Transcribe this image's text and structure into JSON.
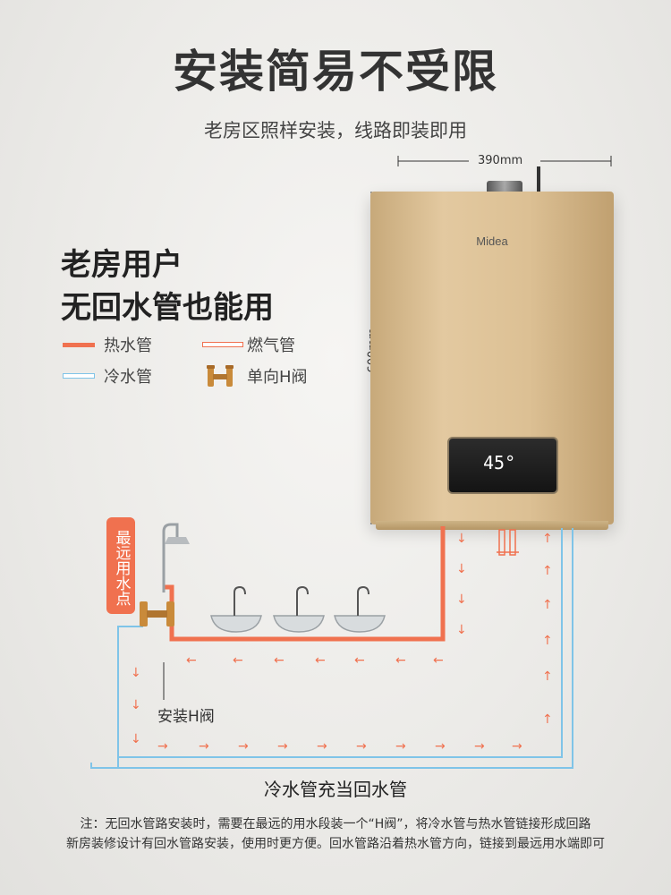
{
  "title": "安装简易不受限",
  "subtitle": "老房区照样安装，线路即装即用",
  "headline": {
    "line1": "老房用户",
    "line2": "无回水管也能用"
  },
  "legend": {
    "hot_pipe": "热水管",
    "gas_pipe": "燃气管",
    "cold_pipe": "冷水管",
    "h_valve": "单向H阀"
  },
  "heater": {
    "width_label": "390mm",
    "height_label": "600mm",
    "brand": "Midea",
    "display_temp": "45°"
  },
  "labels": {
    "farthest_point": "最远用水点",
    "install_h_valve": "安装H阀",
    "cold_as_return": "冷水管充当回水管"
  },
  "note": {
    "line1": "注：无回水管路安装时，需要在最远的用水段装一个“H阀”，将冷水管与热水管链接形成回路",
    "line2": "新房装修设计有回水管路安装，使用时更方便。回水管路沿着热水管方向，链接到最远用水端即可"
  },
  "colors": {
    "hot": "#f0714f",
    "cold": "#7fc4e8",
    "gas": "#f0714f",
    "heater_gold": "#dcc094",
    "valve": "#c98a3a"
  }
}
